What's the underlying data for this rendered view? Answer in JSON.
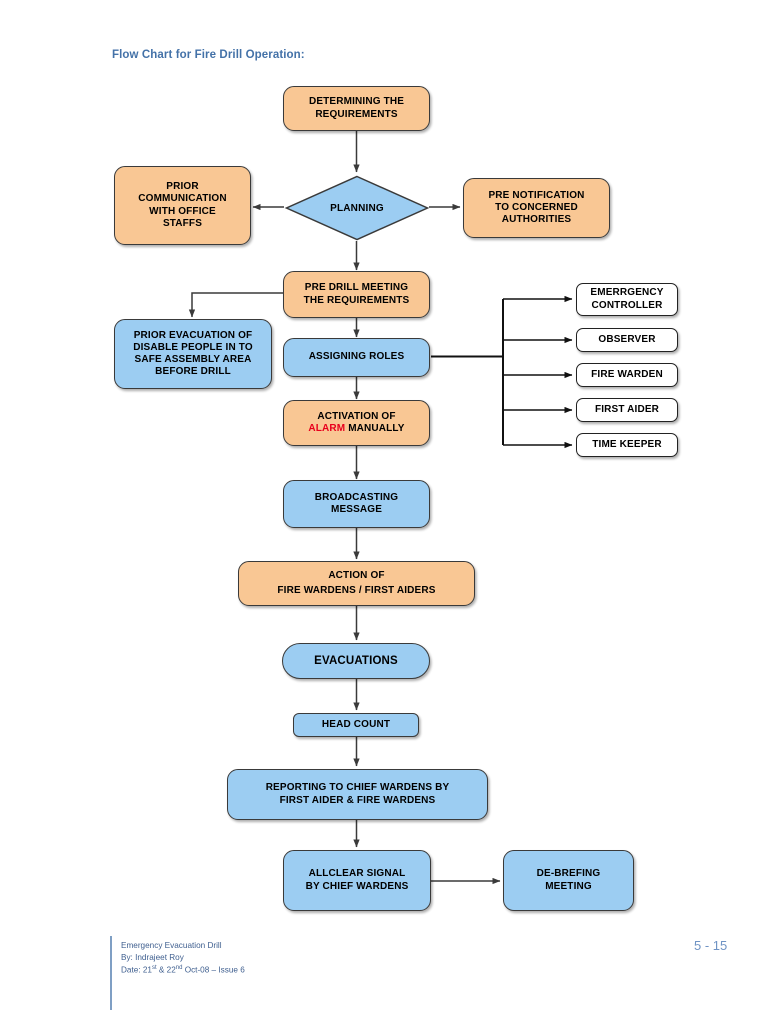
{
  "title": "Flow Chart for Fire Drill Operation:",
  "colors": {
    "title_blue": "#4472a8",
    "orange_fill": "#f9c794",
    "blue_fill": "#9ccdf2",
    "white_fill": "#ffffff",
    "border": "#3a3a3a",
    "alarm_red": "#e8001c",
    "footer_blue": "#3f5f8f",
    "page_number_blue": "#6f93c4"
  },
  "nodes": {
    "determining": "DETERMINING THE\nREQUIREMENTS",
    "planning": "PLANNING",
    "prior_communication": "PRIOR\nCOMMUNICATION\nWITH OFFICE\nSTAFFS",
    "pre_notification": "PRE NOTIFICATION\nTO CONCERNED\nAUTHORITIES",
    "pre_drill_meeting": "PRE DRILL MEETING\nTHE REQUIREMENTS",
    "prior_evacuation": "PRIOR EVACUATION OF\nDISABLE PEOPLE IN TO\nSAFE ASSEMBLY AREA\nBEFORE DRILL",
    "assigning_roles": "ASSIGNING ROLES",
    "activation_line1": "ACTIVATION OF",
    "activation_alarm": "ALARM",
    "activation_rest": " MANUALLY",
    "broadcasting": "BROADCASTING\nMESSAGE",
    "action_line1": "ACTION OF",
    "action_line2": "FIRE WARDENS / FIRST AIDERS",
    "evacuations": "EVACUATIONS",
    "head_count": "HEAD COUNT",
    "reporting": "REPORTING TO CHIEF WARDENS BY\nFIRST AIDER & FIRE WARDENS",
    "allclear": "ALLCLEAR SIGNAL\nBY CHIEF WARDENS",
    "debriefing": "DE-BREFING\nMEETING"
  },
  "roles": [
    {
      "label": "EMERRGENCY\nCONTROLLER"
    },
    {
      "label": "OBSERVER"
    },
    {
      "label": "FIRE WARDEN"
    },
    {
      "label": "FIRST AIDER"
    },
    {
      "label": "TIME KEEPER"
    }
  ],
  "footer": {
    "line1": "Emergency Evacuation Drill",
    "line2": "By: Indrajeet Roy",
    "date_prefix": "Date: 21",
    "date_sup1": "st",
    "date_mid": " & 22",
    "date_sup2": "nd",
    "date_suffix": " Oct-08 – Issue 6",
    "page_number": "5 - 15"
  }
}
